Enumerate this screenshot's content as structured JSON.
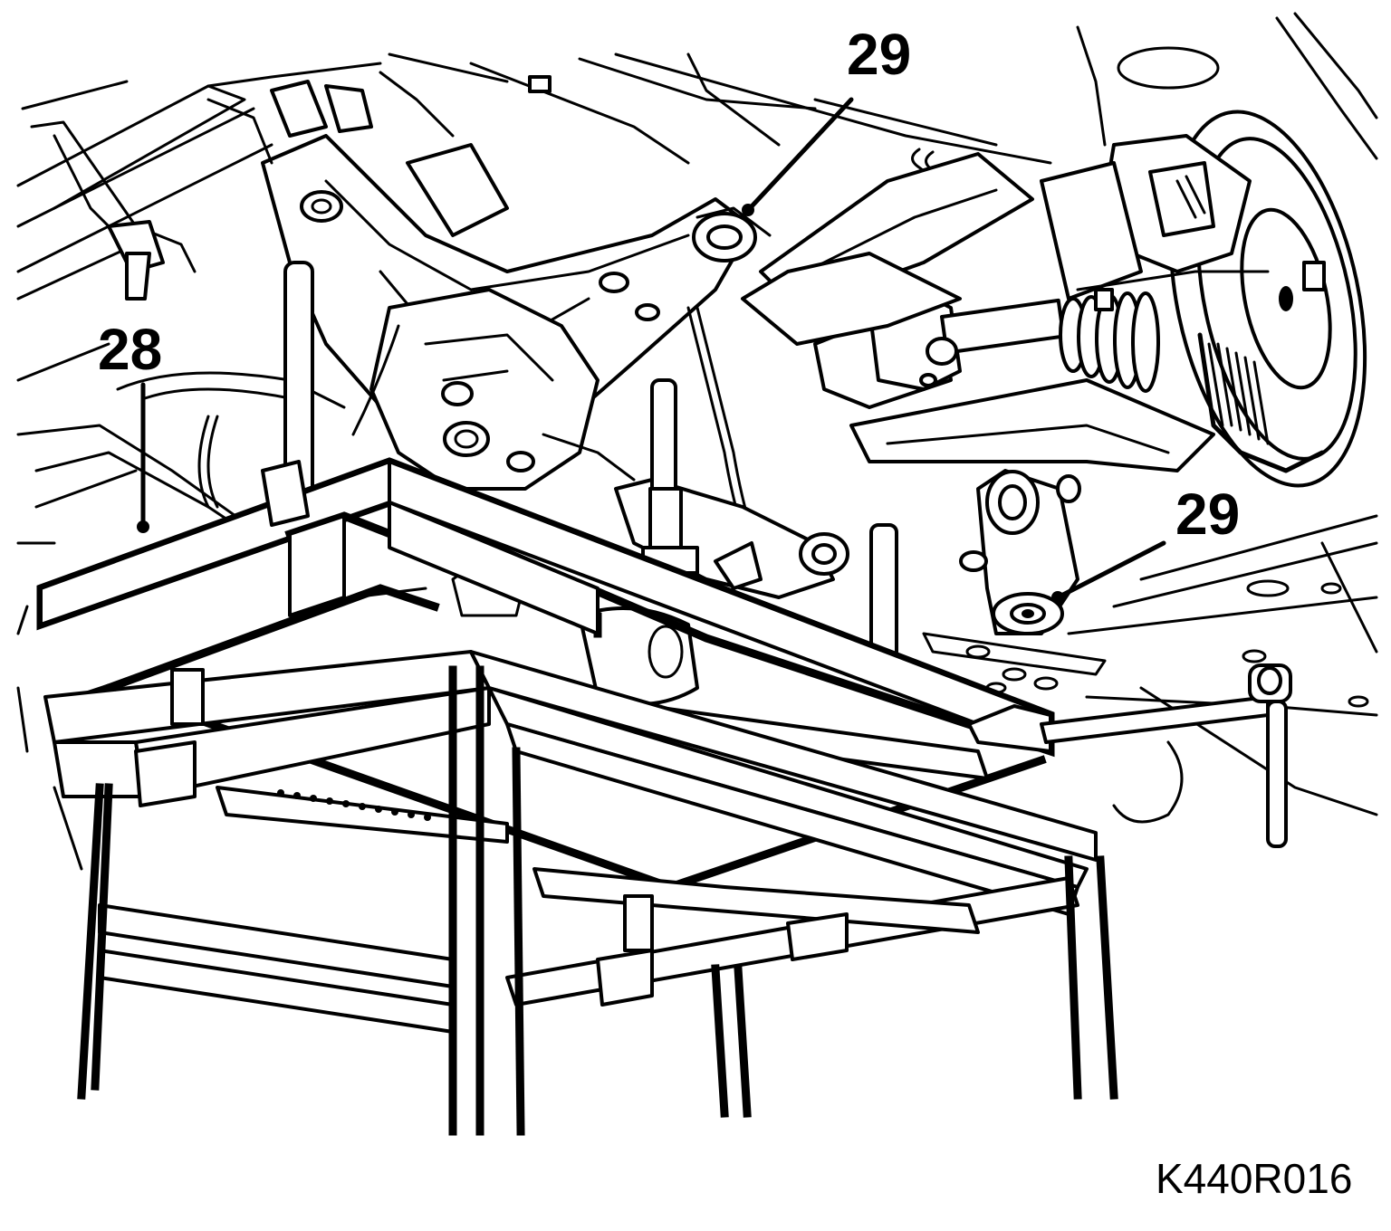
{
  "callouts": [
    {
      "id": "28",
      "label": "28"
    },
    {
      "id": "29a",
      "label": "29"
    },
    {
      "id": "29b",
      "label": "29"
    }
  ],
  "figure_code": "K440R016"
}
